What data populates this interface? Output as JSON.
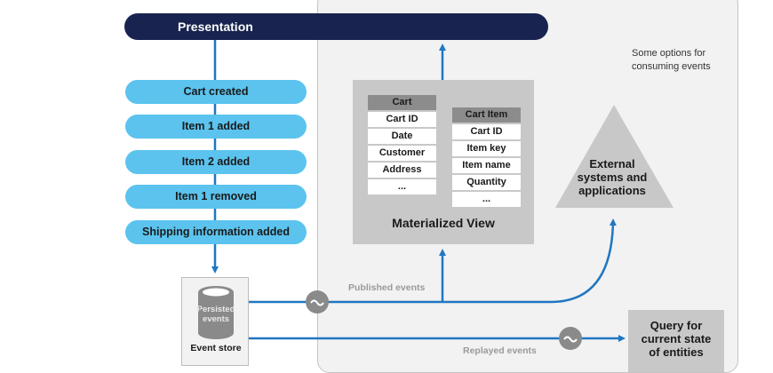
{
  "presentation": {
    "label": "Presentation"
  },
  "events": [
    {
      "label": "Cart created"
    },
    {
      "label": "Item 1 added"
    },
    {
      "label": "Item 2 added"
    },
    {
      "label": "Item 1 removed"
    },
    {
      "label": "Shipping information added"
    }
  ],
  "event_store": {
    "cylinder_label_line1": "Persisted",
    "cylinder_label_line2": "events",
    "label": "Event store"
  },
  "materialized_view": {
    "title": "Materialized View",
    "cart_table": {
      "header": "Cart",
      "rows": [
        "Cart ID",
        "Date",
        "Customer",
        "Address",
        "..."
      ]
    },
    "cart_item_table": {
      "header": "Cart Item",
      "rows": [
        "Cart ID",
        "Item key",
        "Item name",
        "Quantity",
        "..."
      ]
    }
  },
  "consumers_note": {
    "line1": "Some options for",
    "line2": "consuming events"
  },
  "external_systems": {
    "line1": "External",
    "line2": "systems and",
    "line3": "applications"
  },
  "query": {
    "line1": "Query for",
    "line2": "current state",
    "line3": "of entities"
  },
  "flows": {
    "published": "Published events",
    "replayed": "Replayed events"
  },
  "colors": {
    "presentation": "#18244f",
    "event": "#5bc3ee",
    "arrow": "#1f77c2",
    "panel": "#f2f2f2",
    "box_gray": "#c8c8c8",
    "table_header": "#8c8c8c",
    "connector": "#8a8a8a"
  }
}
